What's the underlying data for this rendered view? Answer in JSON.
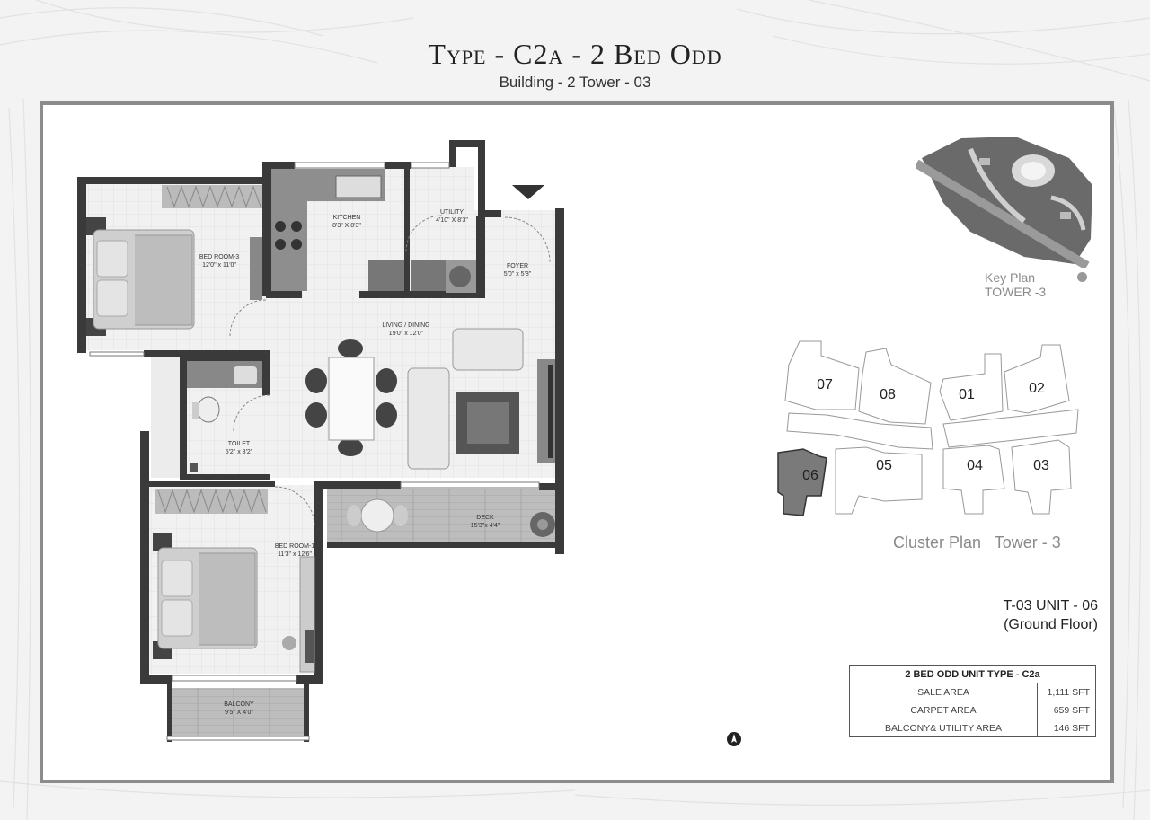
{
  "header": {
    "title": "Type - C2a - 2 Bed Odd",
    "subtitle": "Building - 2 Tower - 03"
  },
  "rooms": {
    "bedroom3": {
      "name": "BED ROOM-3",
      "size": "12'0\" x 11'0\""
    },
    "kitchen": {
      "name": "KITCHEN",
      "size": "8'3\" X 8'3\""
    },
    "utility": {
      "name": "UTILITY",
      "size": "4'10\" X 8'3\""
    },
    "foyer": {
      "name": "FOYER",
      "size": "5'0\" x 5'8\""
    },
    "living": {
      "name": "LIVING / DINING",
      "size": "19'0\" x 12'0\""
    },
    "toilet": {
      "name": "TOILET",
      "size": "5'2\" x 8'2\""
    },
    "deck": {
      "name": "DECK",
      "size": "15'3\"x 4'4\""
    },
    "bedroom1": {
      "name": "BED ROOM-1",
      "size": "11'3\" x 12'6\""
    },
    "balcony": {
      "name": "BALCONY",
      "size": "9'5\" X 4'0\""
    }
  },
  "key_plan": {
    "line1": "Key Plan",
    "line2": "TOWER -3"
  },
  "cluster": {
    "units": [
      "07",
      "08",
      "01",
      "02",
      "06",
      "05",
      "04",
      "03"
    ],
    "highlighted": "06",
    "caption": "Cluster Plan   Tower - 3"
  },
  "unit_info": {
    "line1": "T-03 UNIT - 06",
    "line2": "(Ground Floor)"
  },
  "area_table": {
    "header": "2 BED ODD UNIT TYPE - C2a",
    "rows": [
      {
        "label": "SALE AREA",
        "value": "1,111 SFT"
      },
      {
        "label": "CARPET AREA",
        "value": "659 SFT"
      },
      {
        "label": "BALCONY& UTILITY AREA",
        "value": "146 SFT"
      }
    ]
  },
  "colors": {
    "wall": "#3a3a3a",
    "highlight": "#7a7a7a",
    "frame": "#8c8c8c"
  }
}
